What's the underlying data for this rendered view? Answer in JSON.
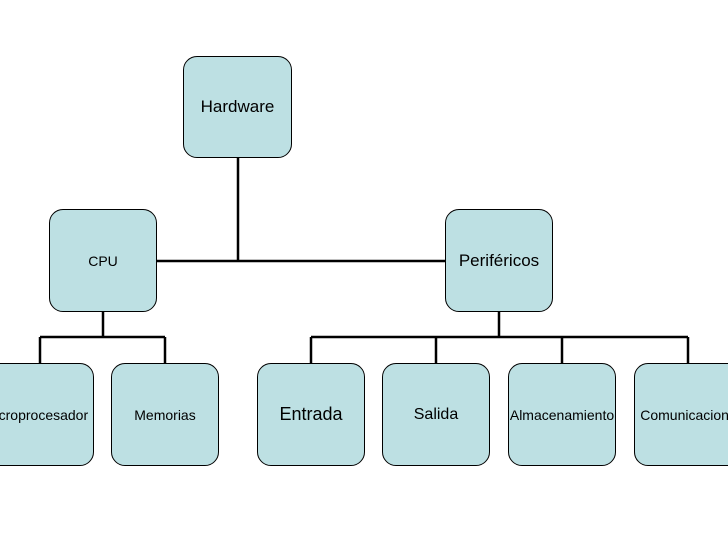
{
  "diagram": {
    "root": {
      "label": "Hardware"
    },
    "cpu": {
      "label": "CPU"
    },
    "perifericos": {
      "label": "Periféricos"
    },
    "microprocesador": {
      "label": "Microprocesador"
    },
    "memorias": {
      "label": "Memorias"
    },
    "entrada": {
      "label": "Entrada"
    },
    "salida": {
      "label": "Salida"
    },
    "almacenamiento": {
      "label": "Almacenamiento"
    },
    "comunicaciones": {
      "label": "Comunicaciones"
    }
  },
  "colors": {
    "node_fill": "#bde0e3",
    "stroke": "#000000",
    "background": "#ffffff"
  }
}
